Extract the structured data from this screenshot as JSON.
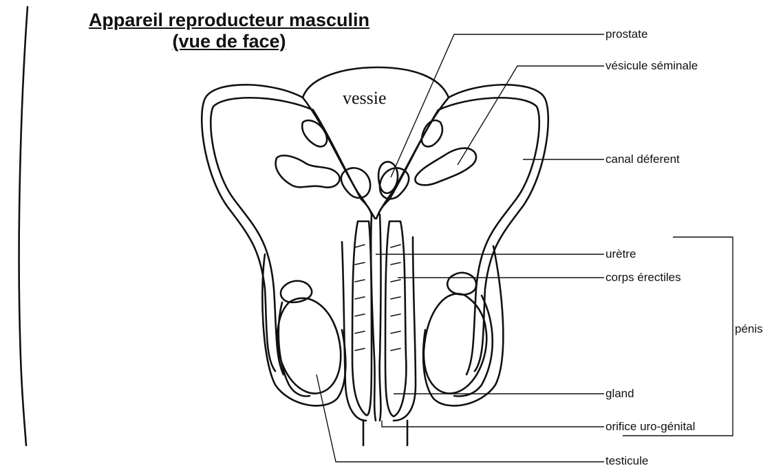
{
  "title": {
    "line1": "Appareil reproducteur masculin",
    "line2": "(vue de face)"
  },
  "labels": {
    "vessie": "vessie",
    "prostate": "prostate",
    "vesicule": "vésicule séminale",
    "canal": "canal déferent",
    "uretre": "urètre",
    "corps": "corps érectiles",
    "penis": "pénis",
    "gland": "gland",
    "orifice": "orifice uro-génital",
    "testicule": "testicule"
  }
}
